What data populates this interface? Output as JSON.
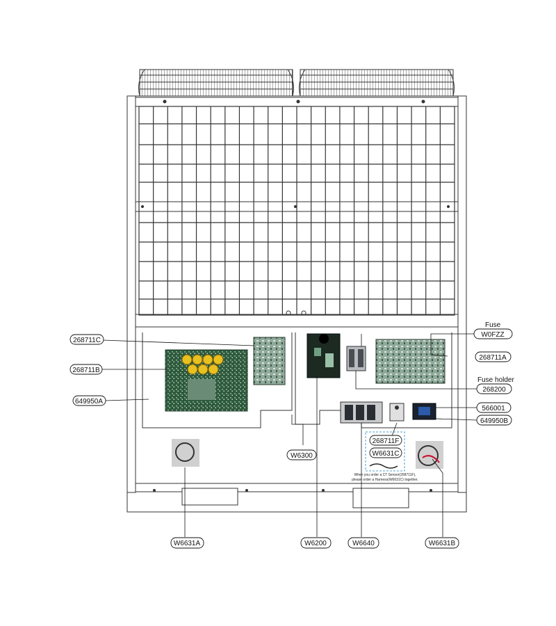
{
  "callouts": {
    "c268711C": "268711C",
    "c268711B": "268711B",
    "c649950A": "649950A",
    "fuse_title": "Fuse",
    "cW0FZZ": "W0FZZ",
    "c268711A": "268711A",
    "fuse_holder_title": "Fuse holder",
    "c268200": "268200",
    "c566001": "566001",
    "c649950B": "649950B",
    "c268711F": "268711F",
    "cW6631C": "W6631C",
    "cW6300": "W6300",
    "cW6631A": "W6631A",
    "cW6200": "W6200",
    "cW6640": "W6640",
    "cW6631B": "W6631B"
  },
  "note": {
    "line1": "When you order a CT Sensor(268711F),",
    "line2": "please order a Harness(W6631C) together."
  },
  "colors": {
    "pcb_dark": "#1f3a2a",
    "pcb_green": "#3d6b4a",
    "capacitor": "#e8c020",
    "note_border": "#4aa0c8",
    "harness_red": "#c8102e",
    "contactor_dark": "#1a2230",
    "contactor_blue": "#2a5aa8"
  }
}
